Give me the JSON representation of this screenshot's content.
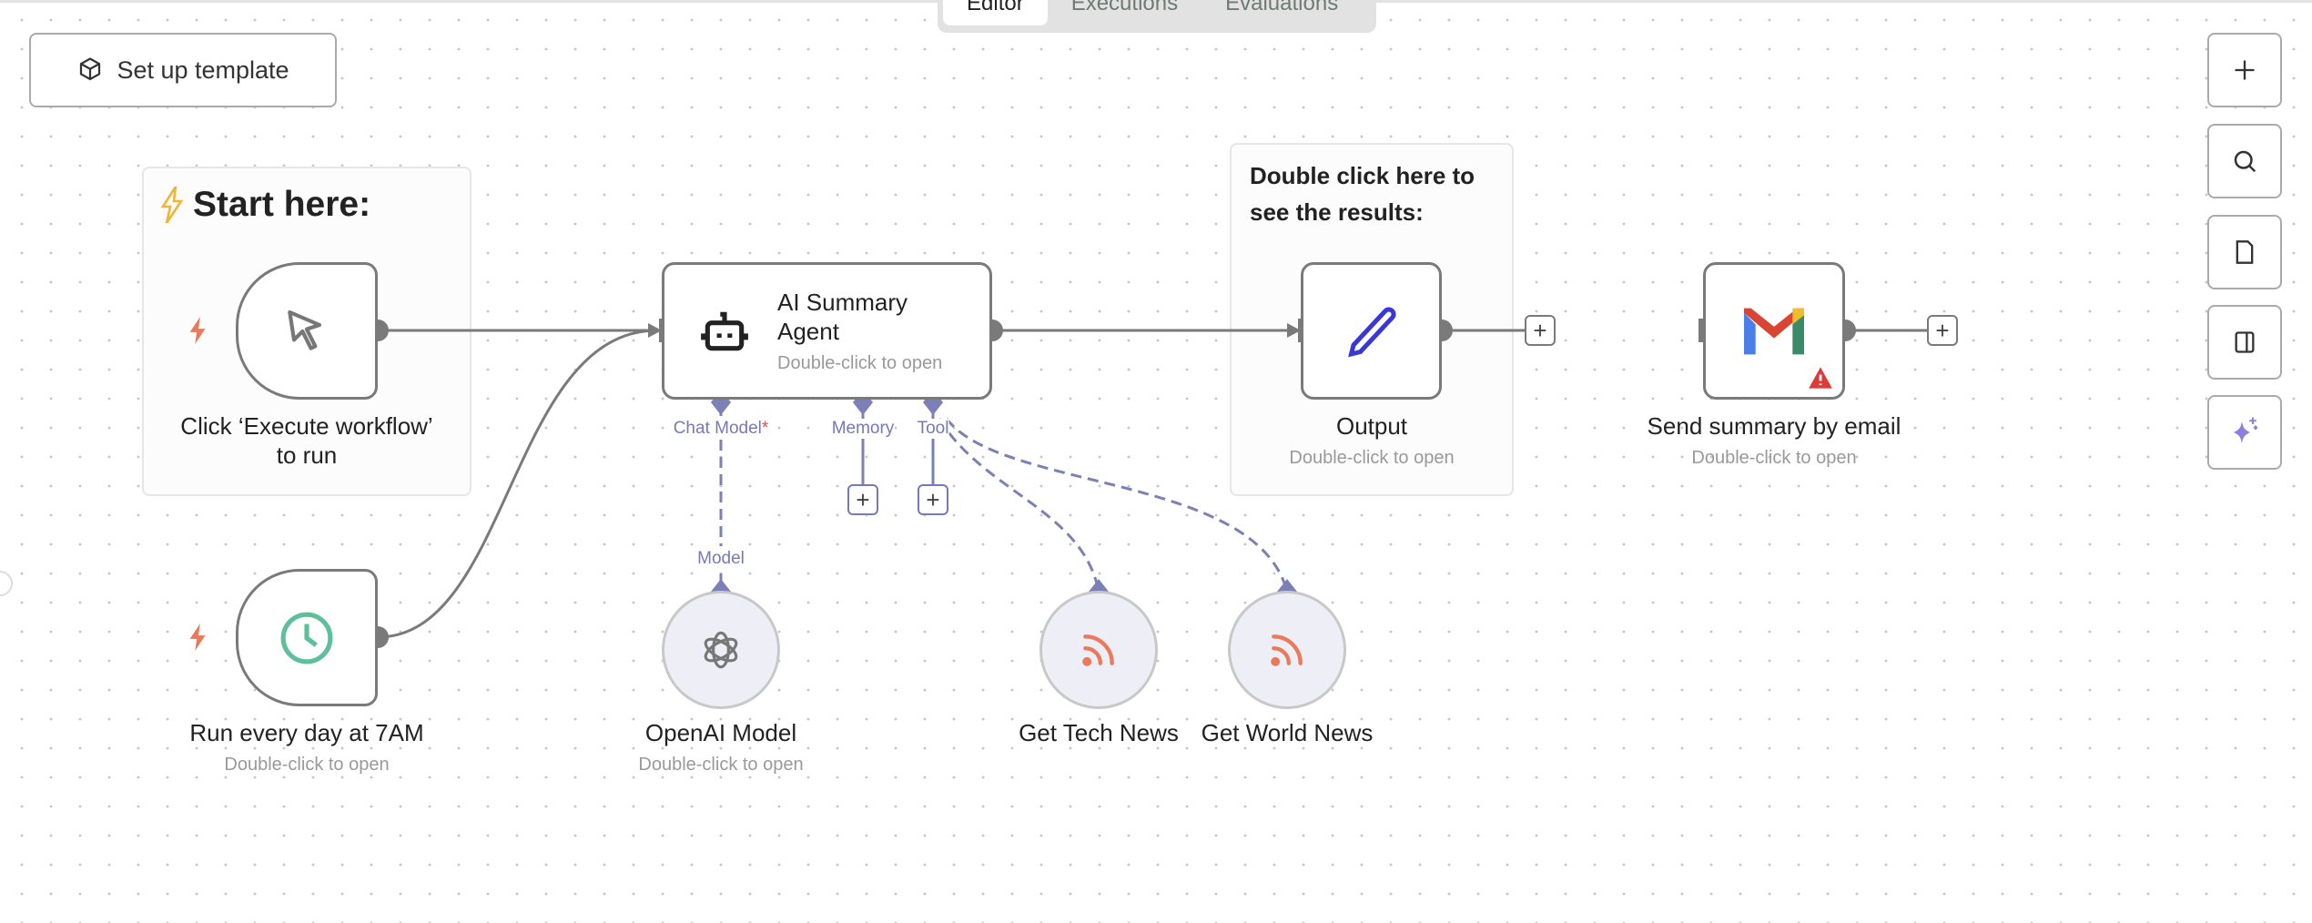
{
  "tabs": [
    {
      "label": "Editor",
      "active": true
    },
    {
      "label": "Executions"
    },
    {
      "label": "Evaluations"
    }
  ],
  "toolbar": {
    "setup_template": "Set up template"
  },
  "stickies": {
    "start": "Start here:",
    "results": "Double click here to see the results:"
  },
  "nodes": {
    "manual": {
      "line1": "Click ‘Execute workflow’",
      "line2": "to run",
      "icon": "cursor-icon"
    },
    "schedule": {
      "name": "Run every day at 7AM",
      "sub": "Double-click to open",
      "icon": "clock-icon"
    },
    "agent": {
      "name1": "AI Summary",
      "name2": "Agent",
      "sub": "Double-click to open",
      "icon": "robot-icon",
      "ports": {
        "chat_model": "Chat Model",
        "required": "*",
        "memory": "Memory",
        "tool": "Tool"
      }
    },
    "openai": {
      "name": "OpenAI Model",
      "sub": "Double-click to open",
      "port": "Model",
      "icon": "openai-icon"
    },
    "tech": {
      "name": "Get Tech News",
      "icon": "rss-icon"
    },
    "world": {
      "name": "Get World News",
      "icon": "rss-icon"
    },
    "output": {
      "name": "Output",
      "sub": "Double-click to open",
      "icon": "pen-icon"
    },
    "gmail": {
      "name": "Send summary by email",
      "sub": "Double-click to open",
      "icon": "gmail-icon",
      "warning": true
    }
  },
  "colors": {
    "trigger_bolt": "#ea7a5c",
    "ai_port": "#7b80b8",
    "edge": "#7a7a7a",
    "clock": "#5dbf9c",
    "pen": "#3838d8",
    "rss": "#ea7a5c"
  },
  "side_buttons": [
    "plus-icon",
    "search-icon",
    "sticky-note-icon",
    "panel-icon",
    "ai-sparkle-icon"
  ]
}
